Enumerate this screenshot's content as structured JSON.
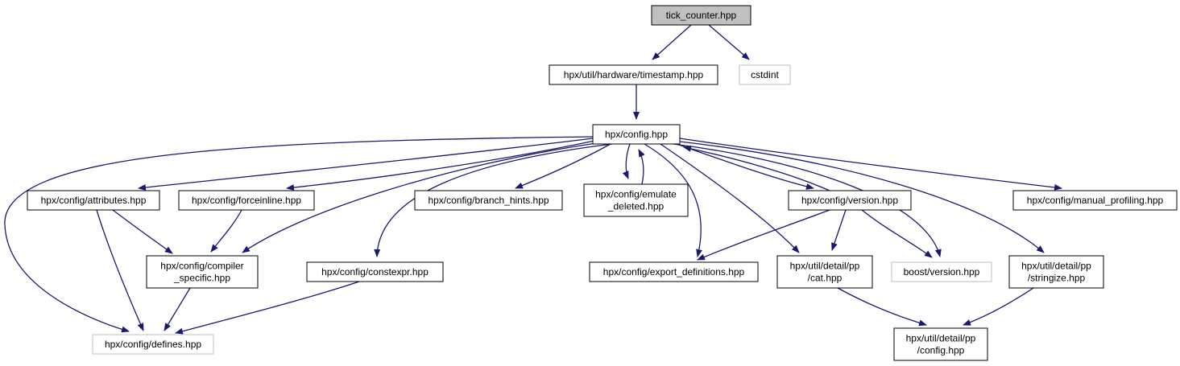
{
  "diagram": {
    "nodes": {
      "tick_counter": {
        "lines": [
          "tick_counter.hpp"
        ],
        "style": "root"
      },
      "timestamp": {
        "lines": [
          "hpx/util/hardware/timestamp.hpp"
        ],
        "style": "normal"
      },
      "cstdint": {
        "lines": [
          "cstdint"
        ],
        "style": "missing"
      },
      "config": {
        "lines": [
          "hpx/config.hpp"
        ],
        "style": "normal"
      },
      "attributes": {
        "lines": [
          "hpx/config/attributes.hpp"
        ],
        "style": "normal"
      },
      "forceinline": {
        "lines": [
          "hpx/config/forceinline.hpp"
        ],
        "style": "normal"
      },
      "branch_hints": {
        "lines": [
          "hpx/config/branch_hints.hpp"
        ],
        "style": "normal"
      },
      "emulate_deleted": {
        "lines": [
          "hpx/config/emulate",
          "_deleted.hpp"
        ],
        "style": "normal"
      },
      "version": {
        "lines": [
          "hpx/config/version.hpp"
        ],
        "style": "normal"
      },
      "manual_profiling": {
        "lines": [
          "hpx/config/manual_profiling.hpp"
        ],
        "style": "normal"
      },
      "compiler_specific": {
        "lines": [
          "hpx/config/compiler",
          "_specific.hpp"
        ],
        "style": "normal"
      },
      "constexpr": {
        "lines": [
          "hpx/config/constexpr.hpp"
        ],
        "style": "normal"
      },
      "export_definitions": {
        "lines": [
          "hpx/config/export_definitions.hpp"
        ],
        "style": "normal"
      },
      "pp_cat": {
        "lines": [
          "hpx/util/detail/pp",
          "/cat.hpp"
        ],
        "style": "normal"
      },
      "boost_version": {
        "lines": [
          "boost/version.hpp"
        ],
        "style": "missing"
      },
      "pp_stringize": {
        "lines": [
          "hpx/util/detail/pp",
          "/stringize.hpp"
        ],
        "style": "normal"
      },
      "defines": {
        "lines": [
          "hpx/config/defines.hpp"
        ],
        "style": "missing"
      },
      "pp_config": {
        "lines": [
          "hpx/util/detail/pp",
          "/config.hpp"
        ],
        "style": "normal"
      }
    },
    "edges": [
      [
        "tick_counter",
        "timestamp"
      ],
      [
        "tick_counter",
        "cstdint"
      ],
      [
        "timestamp",
        "config"
      ],
      [
        "config",
        "attributes"
      ],
      [
        "config",
        "forceinline"
      ],
      [
        "config",
        "branch_hints"
      ],
      [
        "config",
        "emulate_deleted"
      ],
      [
        "config",
        "version"
      ],
      [
        "config",
        "manual_profiling"
      ],
      [
        "config",
        "compiler_specific"
      ],
      [
        "config",
        "constexpr"
      ],
      [
        "config",
        "export_definitions"
      ],
      [
        "config",
        "pp_cat"
      ],
      [
        "config",
        "boost_version"
      ],
      [
        "config",
        "pp_stringize"
      ],
      [
        "config",
        "defines"
      ],
      [
        "emulate_deleted",
        "config"
      ],
      [
        "version",
        "config"
      ],
      [
        "version",
        "export_definitions"
      ],
      [
        "version",
        "pp_cat"
      ],
      [
        "version",
        "boost_version"
      ],
      [
        "attributes",
        "compiler_specific"
      ],
      [
        "attributes",
        "defines"
      ],
      [
        "forceinline",
        "compiler_specific"
      ],
      [
        "compiler_specific",
        "defines"
      ],
      [
        "constexpr",
        "defines"
      ],
      [
        "pp_cat",
        "pp_config"
      ],
      [
        "pp_stringize",
        "pp_config"
      ]
    ]
  }
}
